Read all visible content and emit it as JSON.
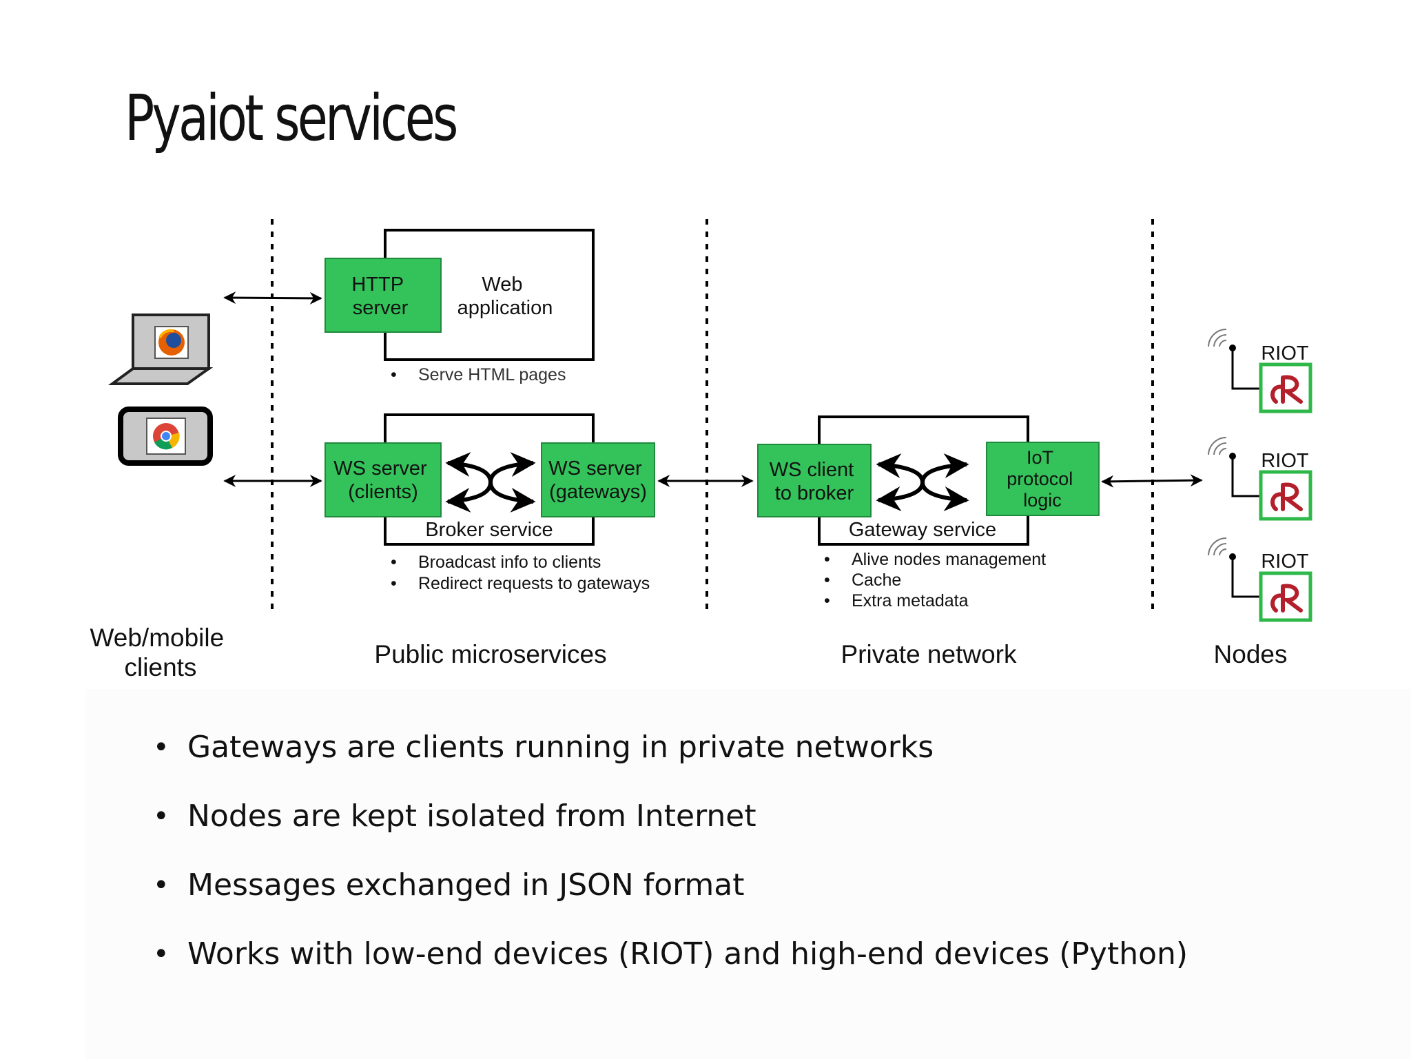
{
  "slide": {
    "title": "Pyaiot services",
    "bullets": [
      "Gateways are clients running in private networks",
      "Nodes are kept isolated from Internet",
      "Messages exchanged in JSON format",
      "Works with low-end devices (RIOT) and high-end devices (Python)"
    ]
  },
  "diagram": {
    "http_server": [
      "HTTP",
      "server"
    ],
    "web_application": [
      "Web",
      "application"
    ],
    "web_notes": [
      "Serve HTML pages"
    ],
    "ws_server_clients": [
      "WS server",
      "(clients)"
    ],
    "ws_server_gateways": [
      "WS server",
      "(gateways)"
    ],
    "broker_service": "Broker service",
    "broker_notes": [
      "Broadcast info to clients",
      "Redirect requests to gateways"
    ],
    "ws_client_broker": [
      "WS client",
      "to broker"
    ],
    "iot_protocol_logic": [
      "IoT",
      "protocol",
      "logic"
    ],
    "gateway_service": "Gateway service",
    "gateway_notes": [
      "Alive nodes management",
      "Cache",
      "Extra metadata"
    ],
    "node_label": "RIOT",
    "sections": {
      "clients": [
        "Web/mobile",
        "clients"
      ],
      "public": "Public microservices",
      "private": "Private network",
      "nodes": "Nodes"
    },
    "colors": {
      "service_green": "#33c35a",
      "riot_red": "#b3202c",
      "riot_frame": "#2eb84a"
    },
    "icons": [
      "laptop-firefox-icon",
      "phone-chrome-icon",
      "riot-logo-icon",
      "antenna-icon"
    ]
  }
}
